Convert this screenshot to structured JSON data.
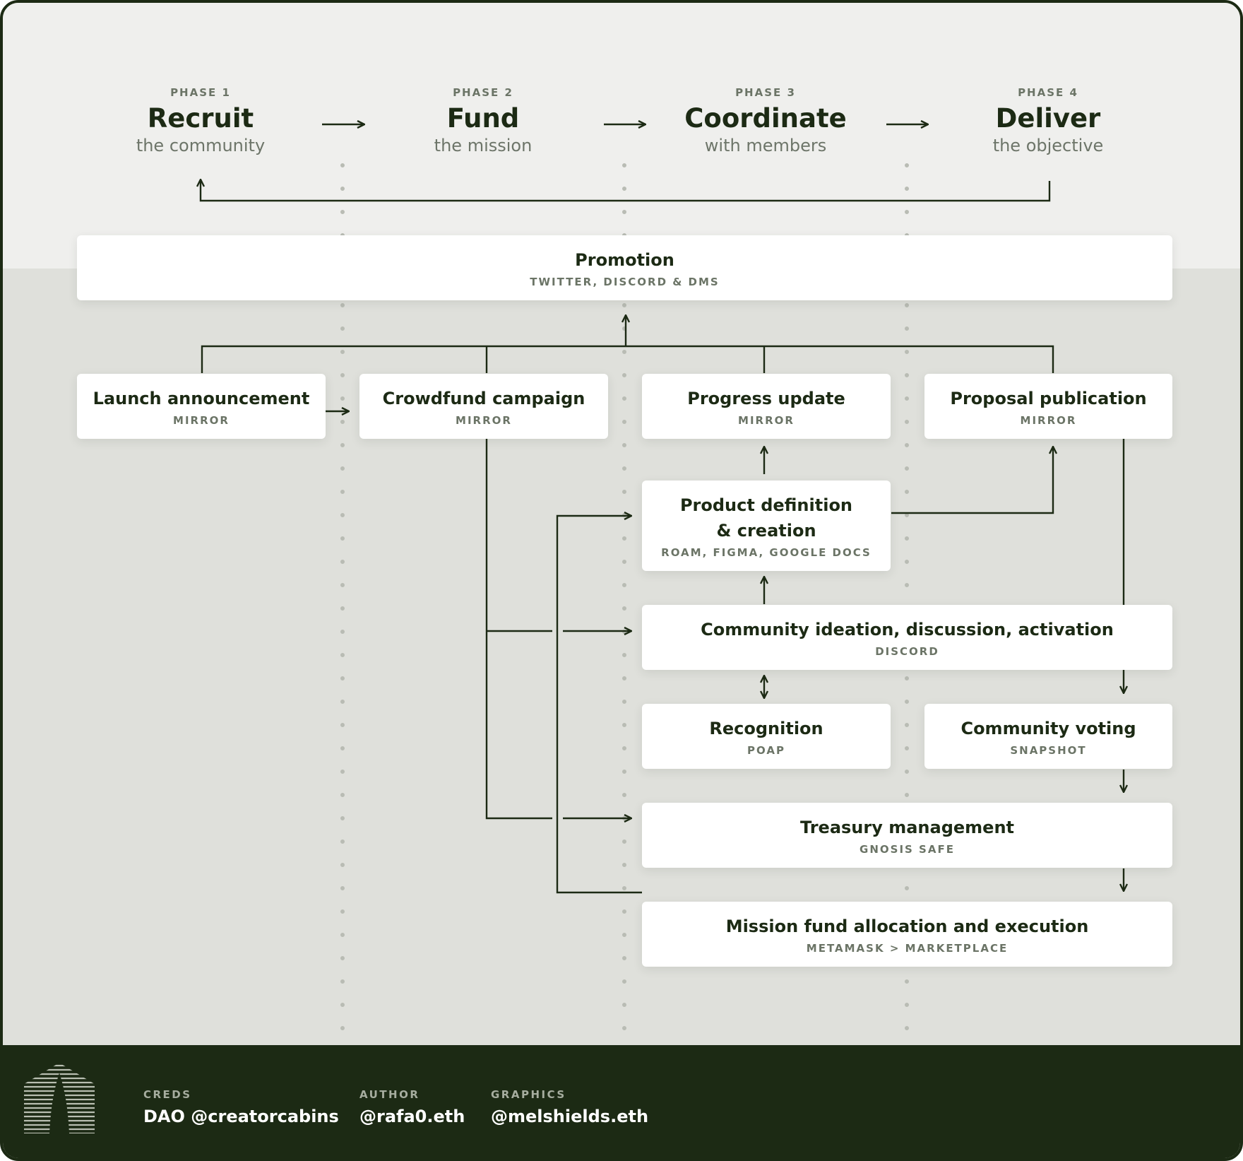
{
  "phases": [
    {
      "label": "PHASE 1",
      "title": "Recruit",
      "subtitle": "the community"
    },
    {
      "label": "PHASE 2",
      "title": "Fund",
      "subtitle": "the mission"
    },
    {
      "label": "PHASE 3",
      "title": "Coordinate",
      "subtitle": "with members"
    },
    {
      "label": "PHASE 4",
      "title": "Deliver",
      "subtitle": "the objective"
    }
  ],
  "nodes": {
    "promotion": {
      "title": "Promotion",
      "tool": "TWITTER, DISCORD & DMS"
    },
    "launch": {
      "title": "Launch announcement",
      "tool": "MIRROR"
    },
    "crowdfund": {
      "title": "Crowdfund campaign",
      "tool": "MIRROR"
    },
    "progress": {
      "title": "Progress update",
      "tool": "MIRROR"
    },
    "proposal": {
      "title": "Proposal publication",
      "tool": "MIRROR"
    },
    "product": {
      "title_line1": "Product definition",
      "title_line2": "& creation",
      "tool": "ROAM, FIGMA, GOOGLE DOCS"
    },
    "community": {
      "title": "Community ideation, discussion, activation",
      "tool": "DISCORD"
    },
    "recognition": {
      "title": "Recognition",
      "tool": "POAP"
    },
    "voting": {
      "title": "Community voting",
      "tool": "SNAPSHOT"
    },
    "treasury": {
      "title": "Treasury management",
      "tool": "GNOSIS SAFE"
    },
    "mission": {
      "title": "Mission fund allocation and execution",
      "tool": "METAMASK > MARKETPLACE"
    }
  },
  "footer": {
    "creds_label": "CREDS",
    "creds_value": "DAO @creatorcabins",
    "author_label": "AUTHOR",
    "author_value": "@rafa0.eth",
    "graphics_label": "GRAPHICS",
    "graphics_value": "@melshields.eth"
  },
  "colors": {
    "ink": "#1c2a14",
    "panel": "#dfe0db",
    "band": "#efefed",
    "card": "#ffffff",
    "muted": "#6b7466"
  }
}
